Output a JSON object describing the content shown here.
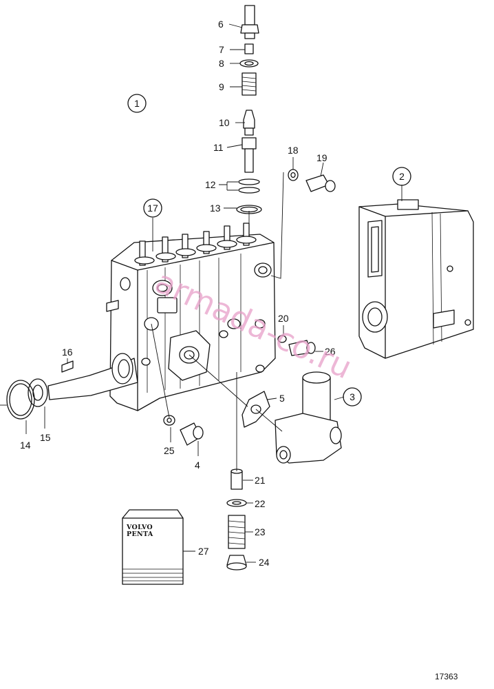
{
  "figure_number": "17363",
  "watermark": "armada-co.ru",
  "manual_label_line1": "VOLVO",
  "manual_label_line2": "PENTA",
  "group_labels": [
    "1",
    "2",
    "3",
    "17"
  ],
  "part_labels": [
    "4",
    "5",
    "6",
    "7",
    "8",
    "9",
    "10",
    "11",
    "12",
    "13",
    "14",
    "15",
    "16",
    "18",
    "19",
    "20",
    "21",
    "22",
    "23",
    "24",
    "25",
    "26",
    "27"
  ],
  "colors": {
    "ink": "#111111",
    "watermark": "#e7a0c9",
    "background": "#ffffff"
  }
}
